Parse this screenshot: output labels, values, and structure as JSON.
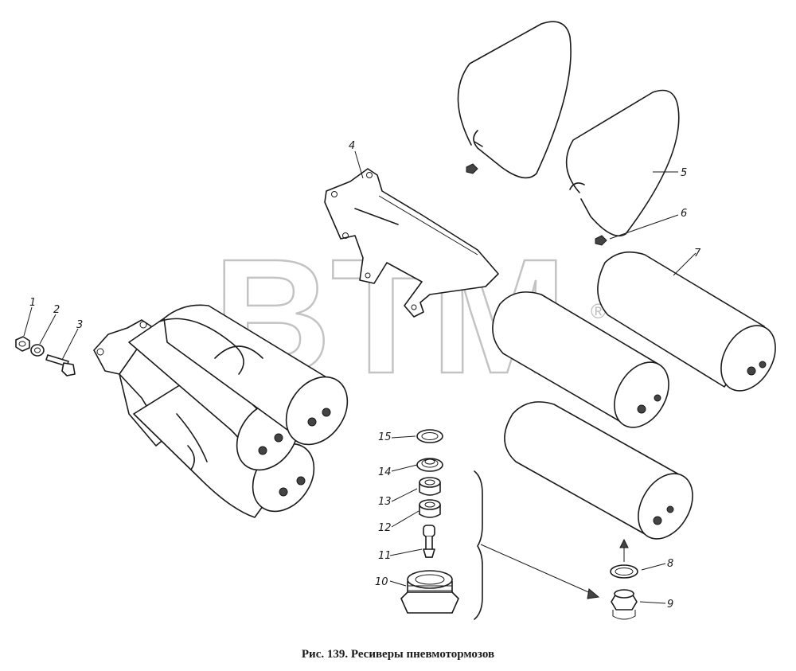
{
  "caption": "Рис. 139. Ресиверы пневмотормозов",
  "watermark": {
    "text": "BTM",
    "mark": "®"
  },
  "callouts": [
    "1",
    "2",
    "3",
    "4",
    "5",
    "6",
    "7",
    "8",
    "9",
    "10",
    "11",
    "12",
    "13",
    "14",
    "15"
  ]
}
